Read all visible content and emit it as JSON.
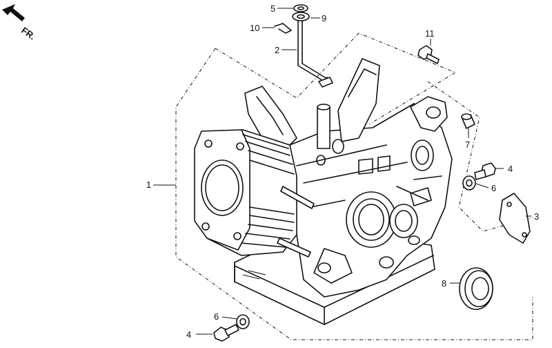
{
  "direction_label": "FR.",
  "callouts": {
    "c1": "1",
    "c2": "2",
    "c3": "3",
    "c4a": "4",
    "c4b": "4",
    "c5": "5",
    "c6a": "6",
    "c6b": "6",
    "c7": "7",
    "c8": "8",
    "c9": "9",
    "c10": "10",
    "c11": "11"
  }
}
